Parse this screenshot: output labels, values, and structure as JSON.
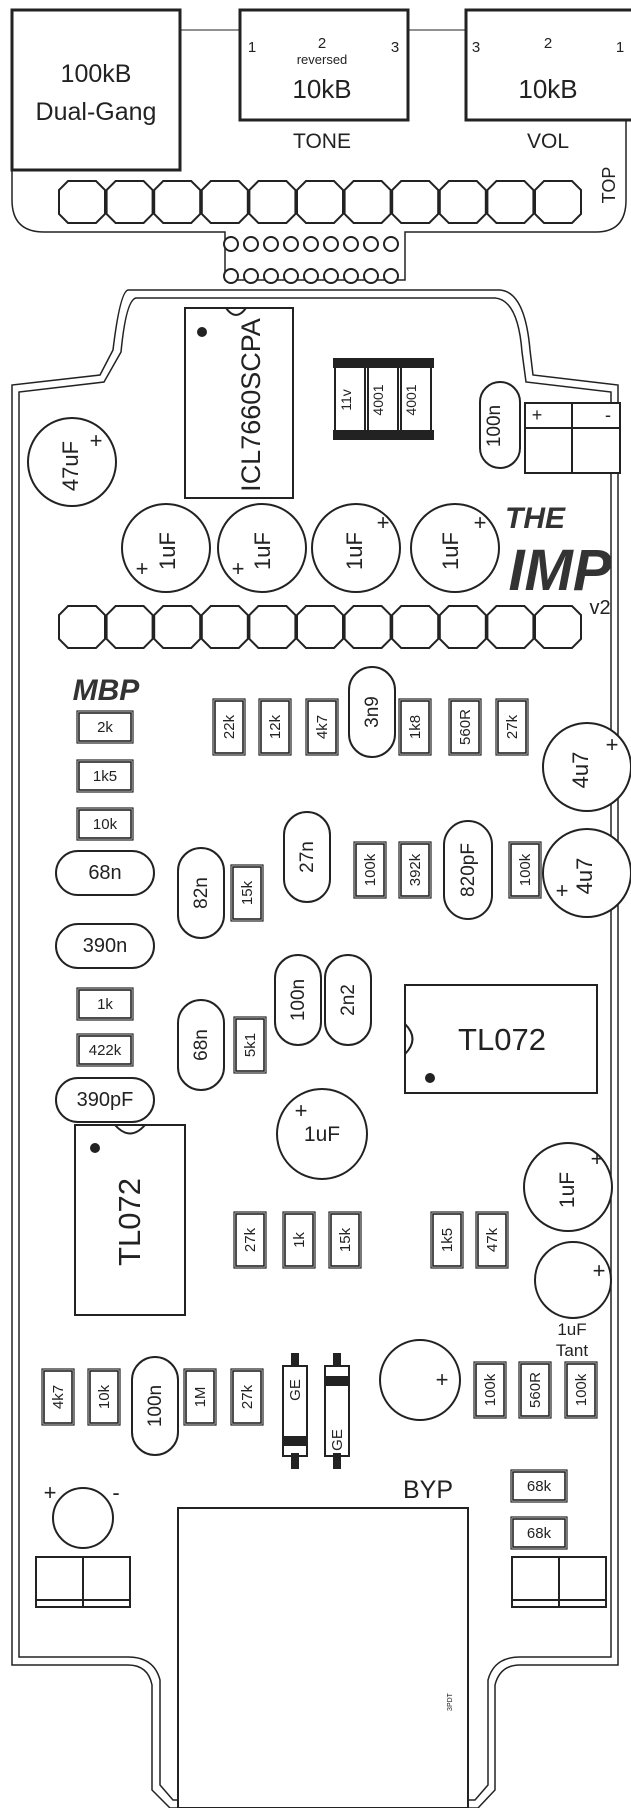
{
  "pots": {
    "p1": {
      "line1": "100kB",
      "line2": "Dual-Gang"
    },
    "p2": {
      "pin_left": "1",
      "pin_mid": "2",
      "pin_right": "3",
      "note": "reversed",
      "value": "10kB",
      "label": "TONE"
    },
    "p3": {
      "pin_left": "3",
      "pin_mid": "2",
      "pin_right": "1",
      "value": "10kB",
      "label": "VOL"
    }
  },
  "top_label": "TOP",
  "ic_chargepump": "ICL7660SCPA",
  "ic_tl072_right": "TL072",
  "ic_tl072_left": "TL072",
  "logo": {
    "the": "THE",
    "imp": "IMP",
    "version": "v2",
    "brand": "MBP"
  },
  "caps_block": {
    "c1": "11v",
    "c2": "4001",
    "c3": "4001"
  },
  "power_header": {
    "plus": "+",
    "minus": "-"
  },
  "caps": {
    "c100n_top": "100n",
    "c47uf": "47uF",
    "c1uf_a": "1uF",
    "c1uf_b": "1uF",
    "c1uf_c": "1uF",
    "c1uf_d": "1uF",
    "c4u7_a": "4u7",
    "c4u7_b": "4u7",
    "c3n9": "3n9",
    "c68n_l": "68n",
    "c390n": "390n",
    "c390pf": "390pF",
    "c82n": "82n",
    "c27n": "27n",
    "c820pf": "820pF",
    "c68n_m": "68n",
    "c100n_m": "100n",
    "c2n2": "2n2",
    "c1uf_center": "1uF",
    "c1uf_right": "1uF",
    "c1uf_tant": "1uF",
    "tant_label": "Tant",
    "c100n_bottom": "100n"
  },
  "resistors": {
    "r2k": "2k",
    "r1k5_l": "1k5",
    "r10k_l": "10k",
    "r1k_l": "1k",
    "r422k": "422k",
    "r22k": "22k",
    "r12k": "12k",
    "r4k7": "4k7",
    "r1k8": "1k8",
    "r560r": "560R",
    "r27k_t": "27k",
    "r15k_a": "15k",
    "r100k_a": "100k",
    "r392k": "392k",
    "r100k_b": "100k",
    "r5k1": "5k1",
    "r27k_m": "27k",
    "r1k_m": "1k",
    "r15k_m": "15k",
    "r1k5_m": "1k5",
    "r47k": "47k",
    "r4k7_b": "4k7",
    "r10k_b": "10k",
    "r1m": "1M",
    "r27k_b": "27k",
    "r100k_c": "100k",
    "r560r_b": "560R",
    "r100k_d": "100k",
    "r68k_a": "68k",
    "r68k_b": "68k"
  },
  "diodes": {
    "d1": "GE",
    "d2": "GE"
  },
  "led": {
    "plus": "+",
    "minus": "-"
  },
  "bypass_label": "BYP",
  "footswitch_mark": "3PDT"
}
